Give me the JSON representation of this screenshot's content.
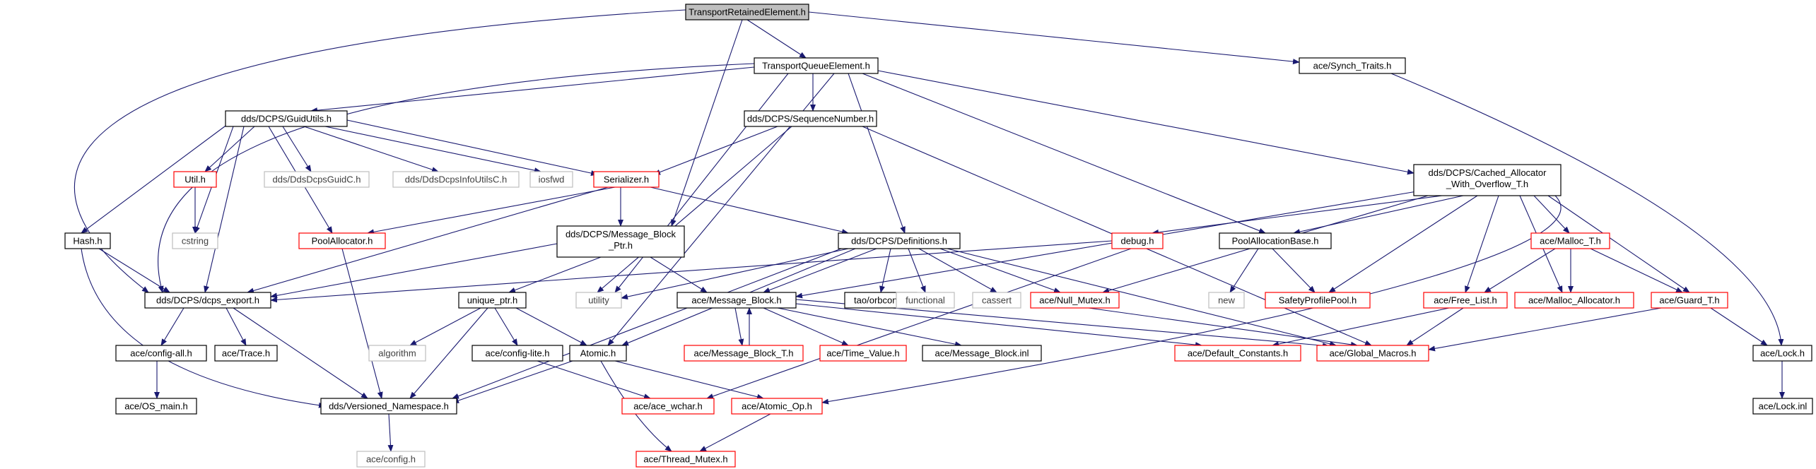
{
  "colors": {
    "root_fill": "#bfbfbf",
    "node_fill": "#ffffff",
    "black_border": "#000000",
    "red_border": "#ff0000",
    "gray_border": "#bfbfbf",
    "text": "#000000",
    "gray_text": "#404040",
    "edge": "#191970"
  },
  "nodes": [
    {
      "id": "root",
      "label": "TransportRetainedElement.h",
      "style": "root"
    },
    {
      "id": "tqe",
      "label": "TransportQueueElement.h",
      "style": "black"
    },
    {
      "id": "synch",
      "label": "ace/Synch_Traits.h",
      "style": "black"
    },
    {
      "id": "guid",
      "label": "dds/DCPS/GuidUtils.h",
      "style": "black"
    },
    {
      "id": "seqnum",
      "label": "dds/DCPS/SequenceNumber.h",
      "style": "black"
    },
    {
      "id": "cached1",
      "label": "dds/DCPS/Cached_Allocator",
      "style": "black"
    },
    {
      "id": "cached2",
      "label": "_With_Overflow_T.h",
      "style": "black"
    },
    {
      "id": "util",
      "label": "Util.h",
      "style": "red"
    },
    {
      "id": "guidc",
      "label": "dds/DdsDcpsGuidC.h",
      "style": "gray"
    },
    {
      "id": "infoutils",
      "label": "dds/DdsDcpsInfoUtilsC.h",
      "style": "gray"
    },
    {
      "id": "iosfwd",
      "label": "iosfwd",
      "style": "gray"
    },
    {
      "id": "serializer",
      "label": "Serializer.h",
      "style": "red"
    },
    {
      "id": "cstring",
      "label": "cstring",
      "style": "gray"
    },
    {
      "id": "hash",
      "label": "Hash.h",
      "style": "black"
    },
    {
      "id": "poolalloc",
      "label": "PoolAllocator.h",
      "style": "red"
    },
    {
      "id": "mbptr1",
      "label": "dds/DCPS/Message_Block",
      "style": "black"
    },
    {
      "id": "mbptr2",
      "label": "_Ptr.h",
      "style": "black"
    },
    {
      "id": "defs",
      "label": "dds/DCPS/Definitions.h",
      "style": "black"
    },
    {
      "id": "debug",
      "label": "debug.h",
      "style": "red"
    },
    {
      "id": "poolbase",
      "label": "PoolAllocationBase.h",
      "style": "black"
    },
    {
      "id": "malloct",
      "label": "ace/Malloc_T.h",
      "style": "red"
    },
    {
      "id": "dcpsexport",
      "label": "dds/DCPS/dcps_export.h",
      "style": "black"
    },
    {
      "id": "uniqueptr",
      "label": "unique_ptr.h",
      "style": "black"
    },
    {
      "id": "utility",
      "label": "utility",
      "style": "gray"
    },
    {
      "id": "msgblock",
      "label": "ace/Message_Block.h",
      "style": "black"
    },
    {
      "id": "orbconf",
      "label": "tao/orbconf.h",
      "style": "black"
    },
    {
      "id": "functional",
      "label": "functional",
      "style": "gray"
    },
    {
      "id": "cassert",
      "label": "cassert",
      "style": "gray"
    },
    {
      "id": "nullmutex",
      "label": "ace/Null_Mutex.h",
      "style": "red"
    },
    {
      "id": "new",
      "label": "new",
      "style": "gray"
    },
    {
      "id": "safetypool",
      "label": "SafetyProfilePool.h",
      "style": "red"
    },
    {
      "id": "freelist",
      "label": "ace/Free_List.h",
      "style": "red"
    },
    {
      "id": "mallocalloc",
      "label": "ace/Malloc_Allocator.h",
      "style": "red"
    },
    {
      "id": "guardt",
      "label": "ace/Guard_T.h",
      "style": "red"
    },
    {
      "id": "configall",
      "label": "ace/config-all.h",
      "style": "black"
    },
    {
      "id": "trace",
      "label": "ace/Trace.h",
      "style": "black"
    },
    {
      "id": "algorithm",
      "label": "algorithm",
      "style": "gray"
    },
    {
      "id": "configlite",
      "label": "ace/config-lite.h",
      "style": "black"
    },
    {
      "id": "atomic",
      "label": "Atomic.h",
      "style": "black"
    },
    {
      "id": "mbt",
      "label": "ace/Message_Block_T.h",
      "style": "red"
    },
    {
      "id": "timevalue",
      "label": "ace/Time_Value.h",
      "style": "red"
    },
    {
      "id": "mbinl",
      "label": "ace/Message_Block.inl",
      "style": "black"
    },
    {
      "id": "defconst",
      "label": "ace/Default_Constants.h",
      "style": "red"
    },
    {
      "id": "globalmacros",
      "label": "ace/Global_Macros.h",
      "style": "red"
    },
    {
      "id": "lockh",
      "label": "ace/Lock.h",
      "style": "black"
    },
    {
      "id": "osmain",
      "label": "ace/OS_main.h",
      "style": "black"
    },
    {
      "id": "versioned",
      "label": "dds/Versioned_Namespace.h",
      "style": "black"
    },
    {
      "id": "acewchar",
      "label": "ace/ace_wchar.h",
      "style": "red"
    },
    {
      "id": "atomicop",
      "label": "ace/Atomic_Op.h",
      "style": "red"
    },
    {
      "id": "lockinl",
      "label": "ace/Lock.inl",
      "style": "black"
    },
    {
      "id": "config",
      "label": "ace/config.h",
      "style": "gray"
    },
    {
      "id": "threadmutex",
      "label": "ace/Thread_Mutex.h",
      "style": "red"
    }
  ]
}
